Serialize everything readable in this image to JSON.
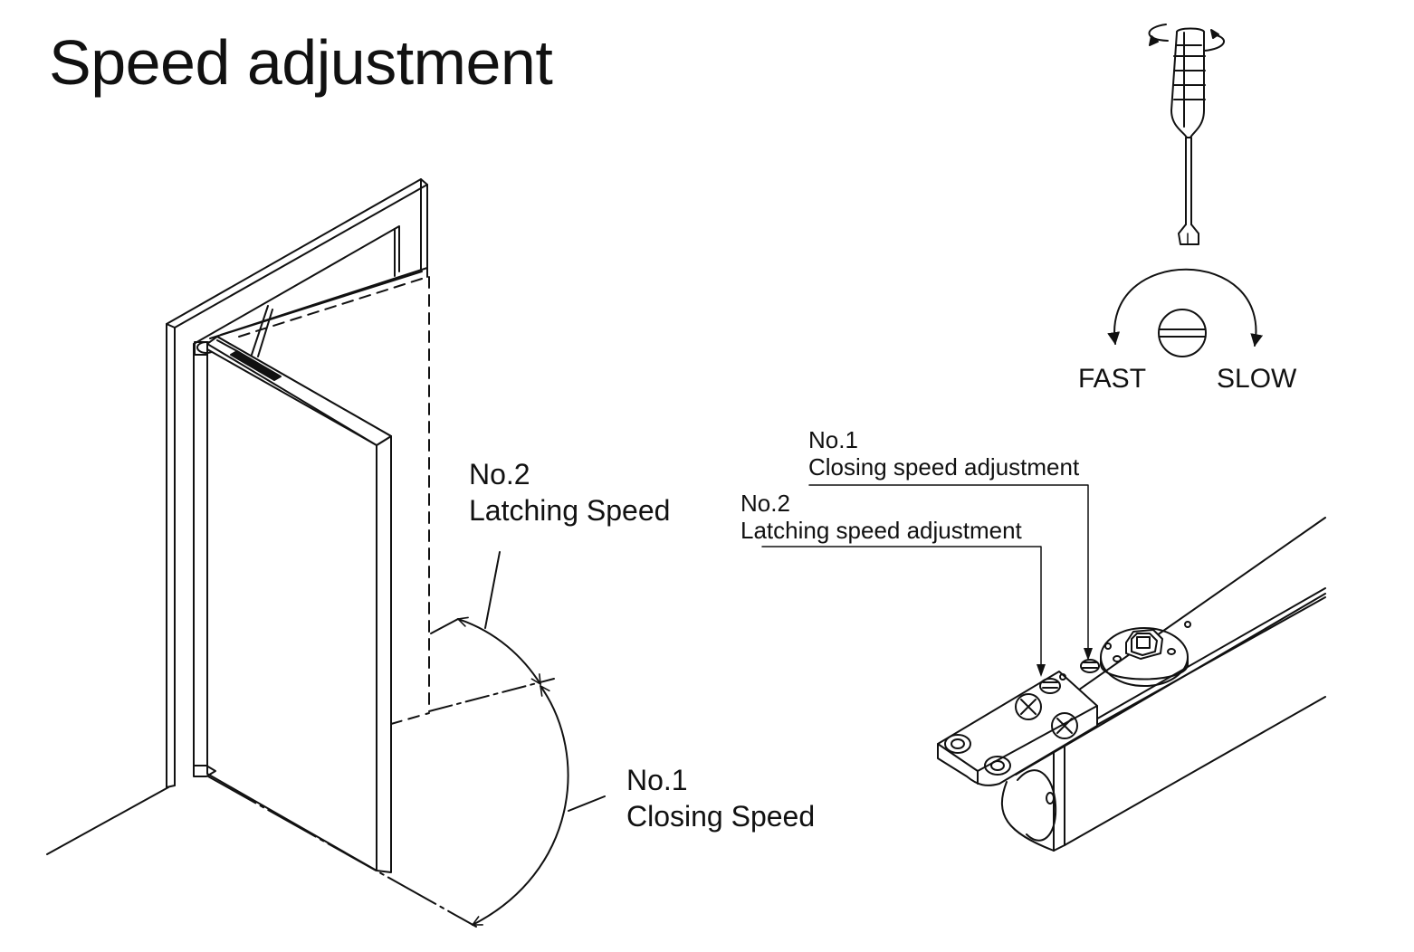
{
  "title": "Speed adjustment",
  "door_labels": {
    "latching": {
      "number": "No.2",
      "text": "Latching Speed"
    },
    "closing": {
      "number": "No.1",
      "text": "Closing Speed"
    }
  },
  "closer_labels": {
    "closing": {
      "number": "No.1",
      "text": "Closing speed adjustment"
    },
    "latching": {
      "number": "No.2",
      "text": "Latching speed adjustment"
    }
  },
  "direction": {
    "fast": "FAST",
    "slow": "SLOW"
  },
  "icons": [
    "screwdriver-icon",
    "rotation-arrow-icon",
    "slotted-screw-icon"
  ],
  "colors": {
    "line": "#111111",
    "background": "#ffffff"
  }
}
